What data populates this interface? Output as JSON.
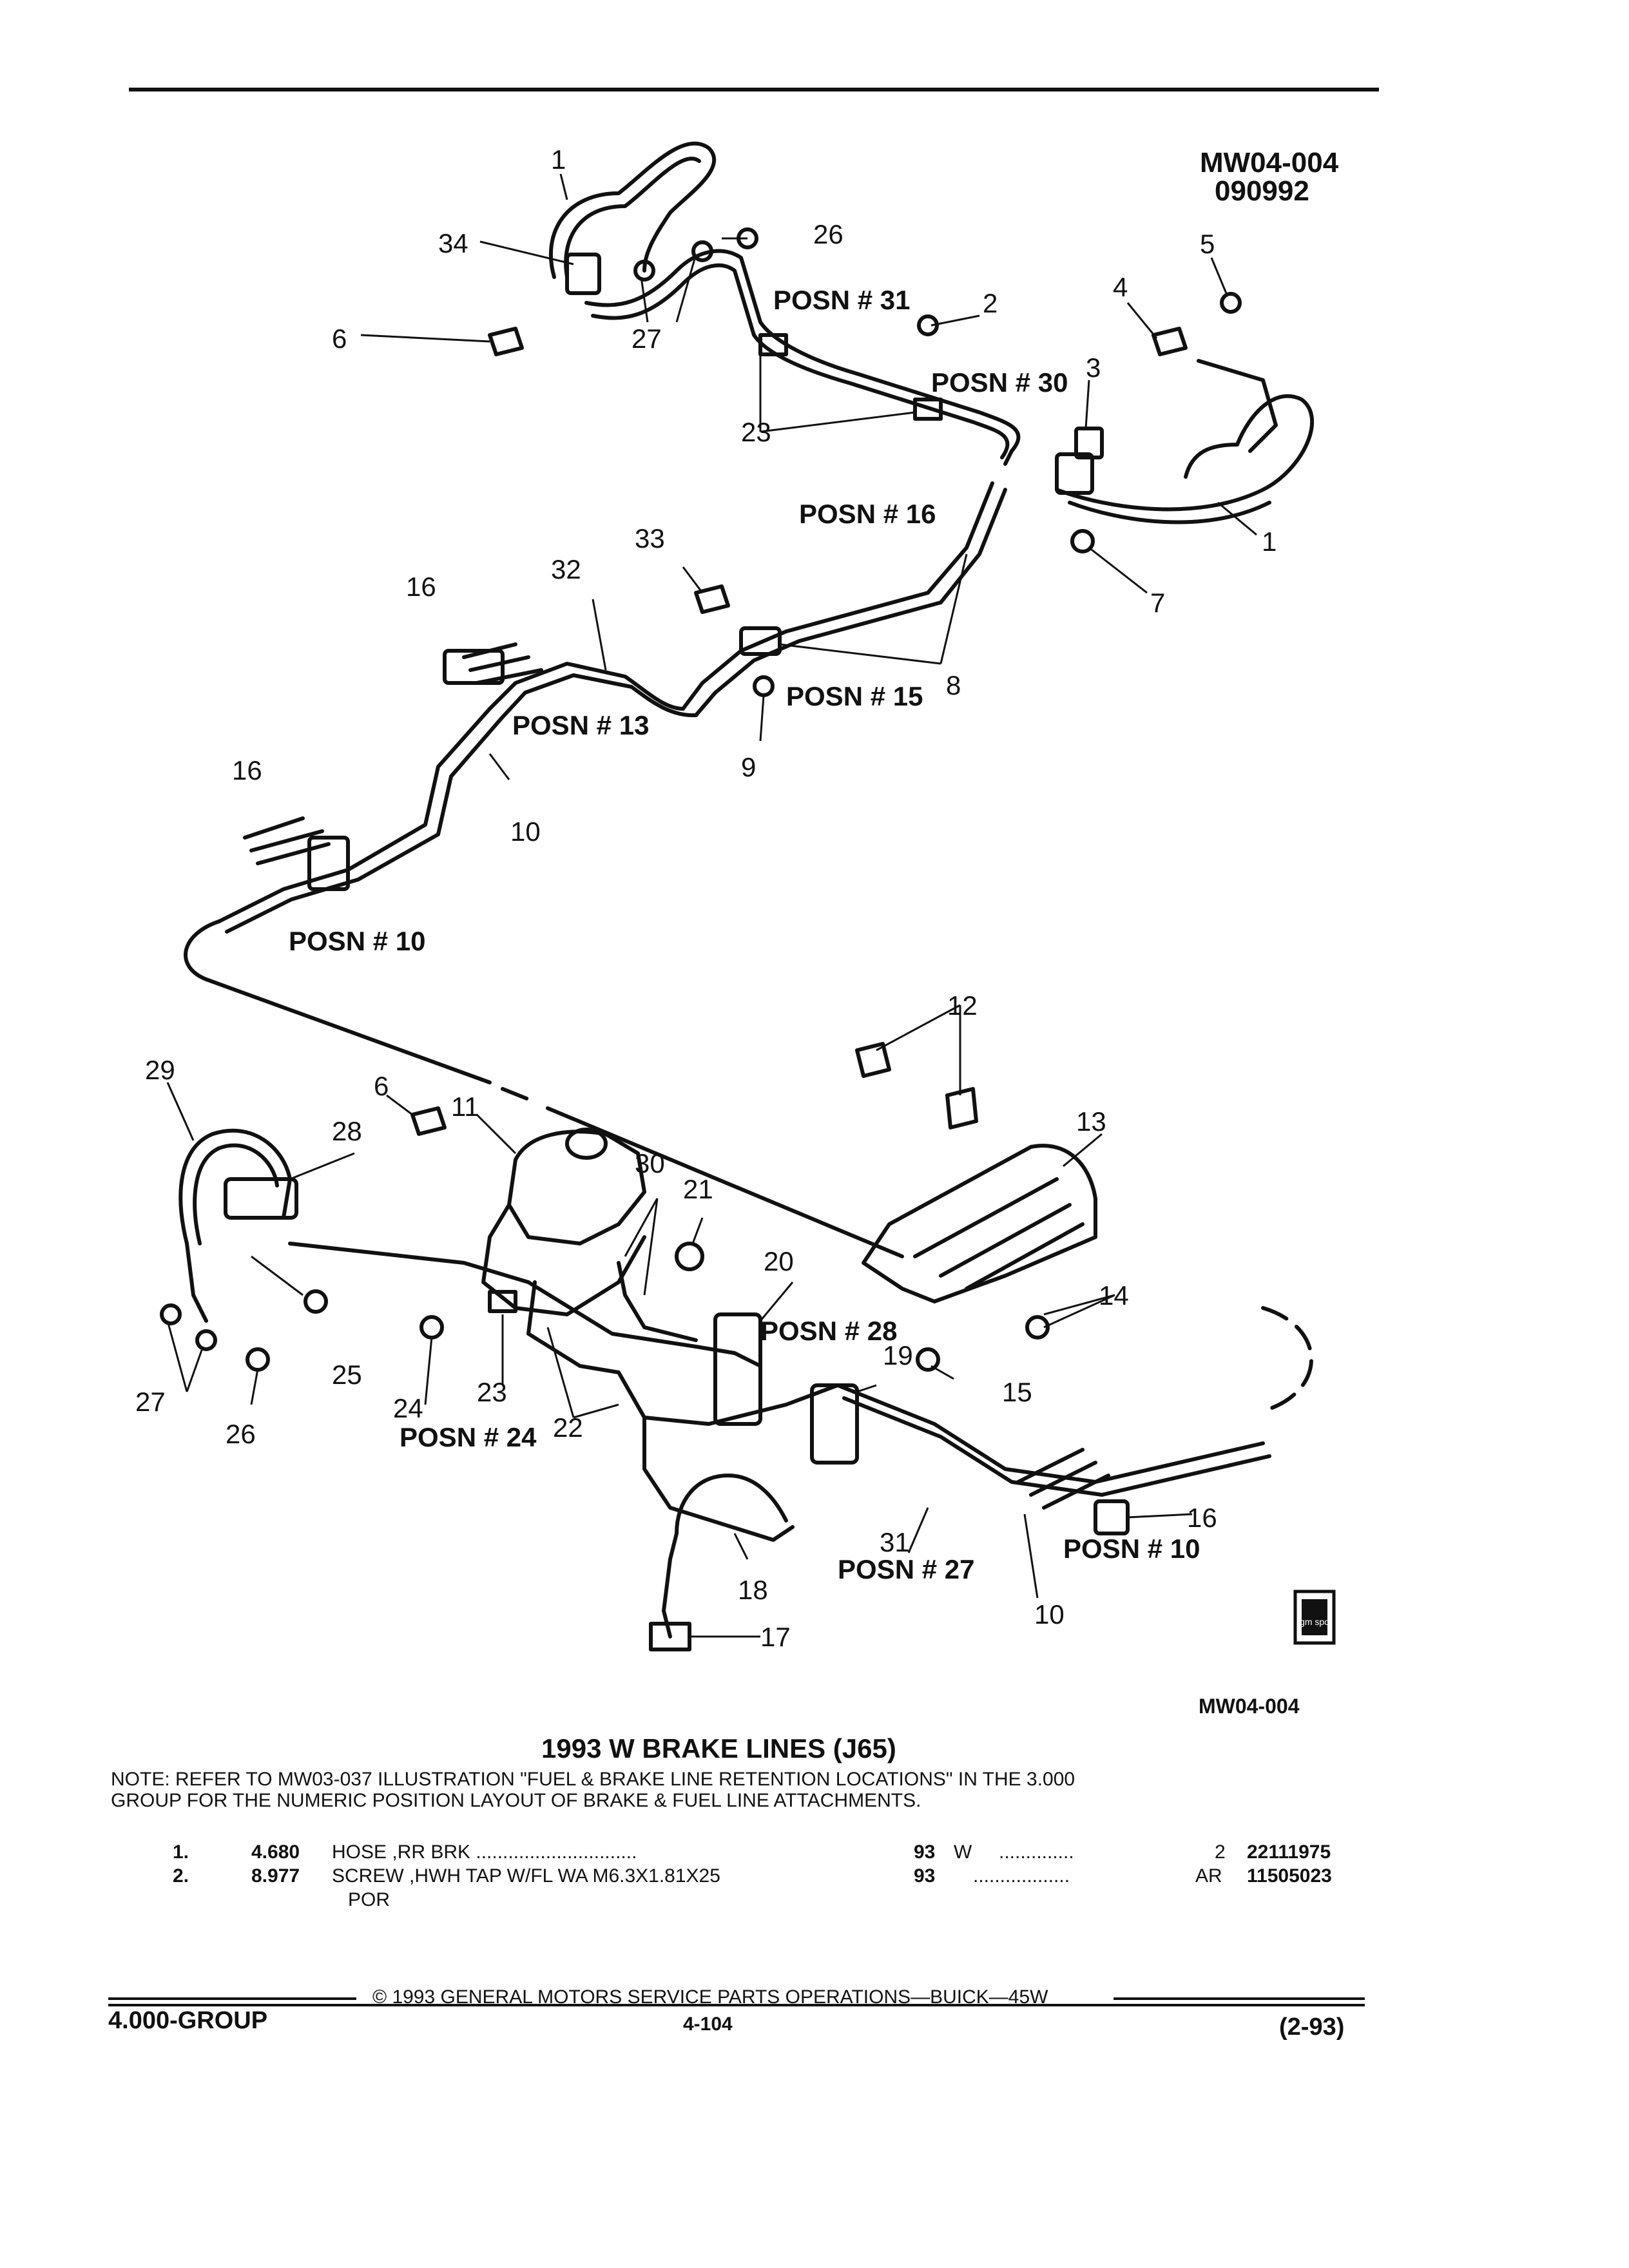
{
  "header": {
    "code": "MW04-004",
    "date_code": "090992"
  },
  "callouts": [
    {
      "id": "c-1a",
      "text": "1"
    },
    {
      "id": "c-34",
      "text": "34"
    },
    {
      "id": "c-26a",
      "text": "26"
    },
    {
      "id": "c-5",
      "text": "5"
    },
    {
      "id": "c-6a",
      "text": "6"
    },
    {
      "id": "c-27a",
      "text": "27"
    },
    {
      "id": "c-2",
      "text": "2"
    },
    {
      "id": "c-4",
      "text": "4"
    },
    {
      "id": "c-3",
      "text": "3"
    },
    {
      "id": "c-23a",
      "text": "23"
    },
    {
      "id": "c-1b",
      "text": "1"
    },
    {
      "id": "c-33",
      "text": "33"
    },
    {
      "id": "c-32",
      "text": "32"
    },
    {
      "id": "c-16a",
      "text": "16"
    },
    {
      "id": "c-7",
      "text": "7"
    },
    {
      "id": "c-8",
      "text": "8"
    },
    {
      "id": "c-9",
      "text": "9"
    },
    {
      "id": "c-16b",
      "text": "16"
    },
    {
      "id": "c-10a",
      "text": "10"
    },
    {
      "id": "c-12",
      "text": "12"
    },
    {
      "id": "c-29",
      "text": "29"
    },
    {
      "id": "c-6b",
      "text": "6"
    },
    {
      "id": "c-11",
      "text": "11"
    },
    {
      "id": "c-28",
      "text": "28"
    },
    {
      "id": "c-13",
      "text": "13"
    },
    {
      "id": "c-30",
      "text": "30"
    },
    {
      "id": "c-21",
      "text": "21"
    },
    {
      "id": "c-20",
      "text": "20"
    },
    {
      "id": "c-14",
      "text": "14"
    },
    {
      "id": "c-19",
      "text": "19"
    },
    {
      "id": "c-15",
      "text": "15"
    },
    {
      "id": "c-25",
      "text": "25"
    },
    {
      "id": "c-23b",
      "text": "23"
    },
    {
      "id": "c-24",
      "text": "24"
    },
    {
      "id": "c-22",
      "text": "22"
    },
    {
      "id": "c-27b",
      "text": "27"
    },
    {
      "id": "c-26b",
      "text": "26"
    },
    {
      "id": "c-16c",
      "text": "16"
    },
    {
      "id": "c-31",
      "text": "31"
    },
    {
      "id": "c-18",
      "text": "18"
    },
    {
      "id": "c-10b",
      "text": "10"
    },
    {
      "id": "c-17",
      "text": "17"
    }
  ],
  "positions": [
    {
      "id": "p-31",
      "text": "POSN # 31"
    },
    {
      "id": "p-30",
      "text": "POSN # 30"
    },
    {
      "id": "p-16",
      "text": "POSN # 16"
    },
    {
      "id": "p-15",
      "text": "POSN # 15"
    },
    {
      "id": "p-13",
      "text": "POSN # 13"
    },
    {
      "id": "p-10a",
      "text": "POSN # 10"
    },
    {
      "id": "p-28",
      "text": "POSN # 28"
    },
    {
      "id": "p-24",
      "text": "POSN # 24"
    },
    {
      "id": "p-27",
      "text": "POSN # 27"
    },
    {
      "id": "p-10b",
      "text": "POSN # 10"
    }
  ],
  "logo": {
    "text": "gm spo"
  },
  "figure_code": "MW04-004",
  "title": "1993 W BRAKE LINES (J65)",
  "note": {
    "line1": "NOTE:  REFER TO MW03-037 ILLUSTRATION \"FUEL & BRAKE LINE RETENTION LOCATIONS\" IN THE 3.000",
    "line2": "GROUP FOR THE NUMERIC POSITION LAYOUT OF BRAKE & FUEL LINE ATTACHMENTS."
  },
  "parts": [
    {
      "num": "1.",
      "code": "4.680",
      "desc": "HOSE ,RR BRK ..............................",
      "cont": "",
      "yr": "93",
      "model": "W",
      "dots": "..............",
      "qty": "2",
      "part": "22111975"
    },
    {
      "num": "2.",
      "code": "8.977",
      "desc": "SCREW ,HWH TAP W/FL WA M6.3X1.81X25",
      "cont": "POR",
      "yr": "93",
      "model": "",
      "dots": "..................",
      "qty": "AR",
      "part": "11505023"
    }
  ],
  "footer": {
    "copyright": "©  1993  GENERAL MOTORS SERVICE PARTS OPERATIONS—BUICK—45W",
    "group": "4.000-GROUP",
    "page": "4-104",
    "rev": "(2-93)"
  }
}
